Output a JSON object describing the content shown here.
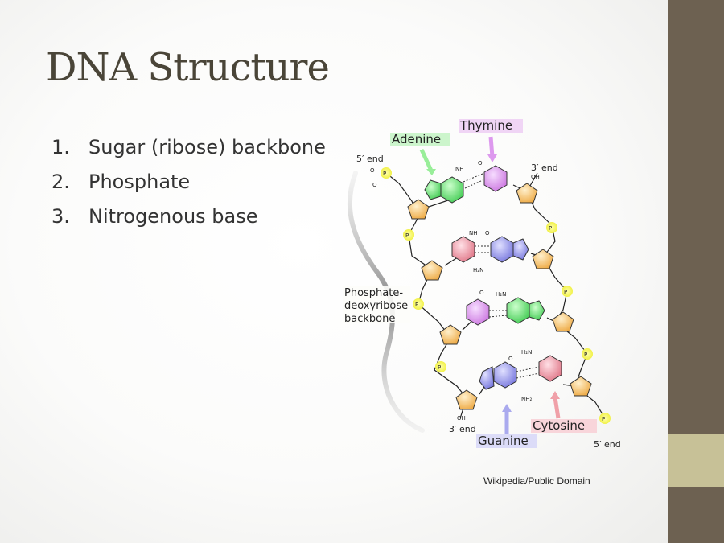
{
  "slide": {
    "title": "DNA Structure",
    "items": [
      {
        "number": "1.",
        "text": "Sugar (ribose) backbone"
      },
      {
        "number": "2.",
        "text": "Phosphate"
      },
      {
        "number": "3.",
        "text": "Nitrogenous base"
      }
    ]
  },
  "diagram": {
    "labels": {
      "adenine": "Adenine",
      "thymine": "Thymine",
      "guanine": "Guanine",
      "cytosine": "Cytosine",
      "five_end_top": "5′ end",
      "three_end_top": "3′ end",
      "three_end_bottom": "3′ end",
      "five_end_bottom": "5′ end",
      "backbone_1": "Phosphate-",
      "backbone_2": "deoxyribose",
      "backbone_3": "backbone"
    },
    "credit": "Wikipedia/Public Domain",
    "colors": {
      "adenine": "#66dd66",
      "thymine": "#dd88ee",
      "guanine": "#8888ee",
      "cytosine": "#ee8899",
      "sugar": "#f4b860",
      "phosphate": "#eeee44"
    }
  }
}
